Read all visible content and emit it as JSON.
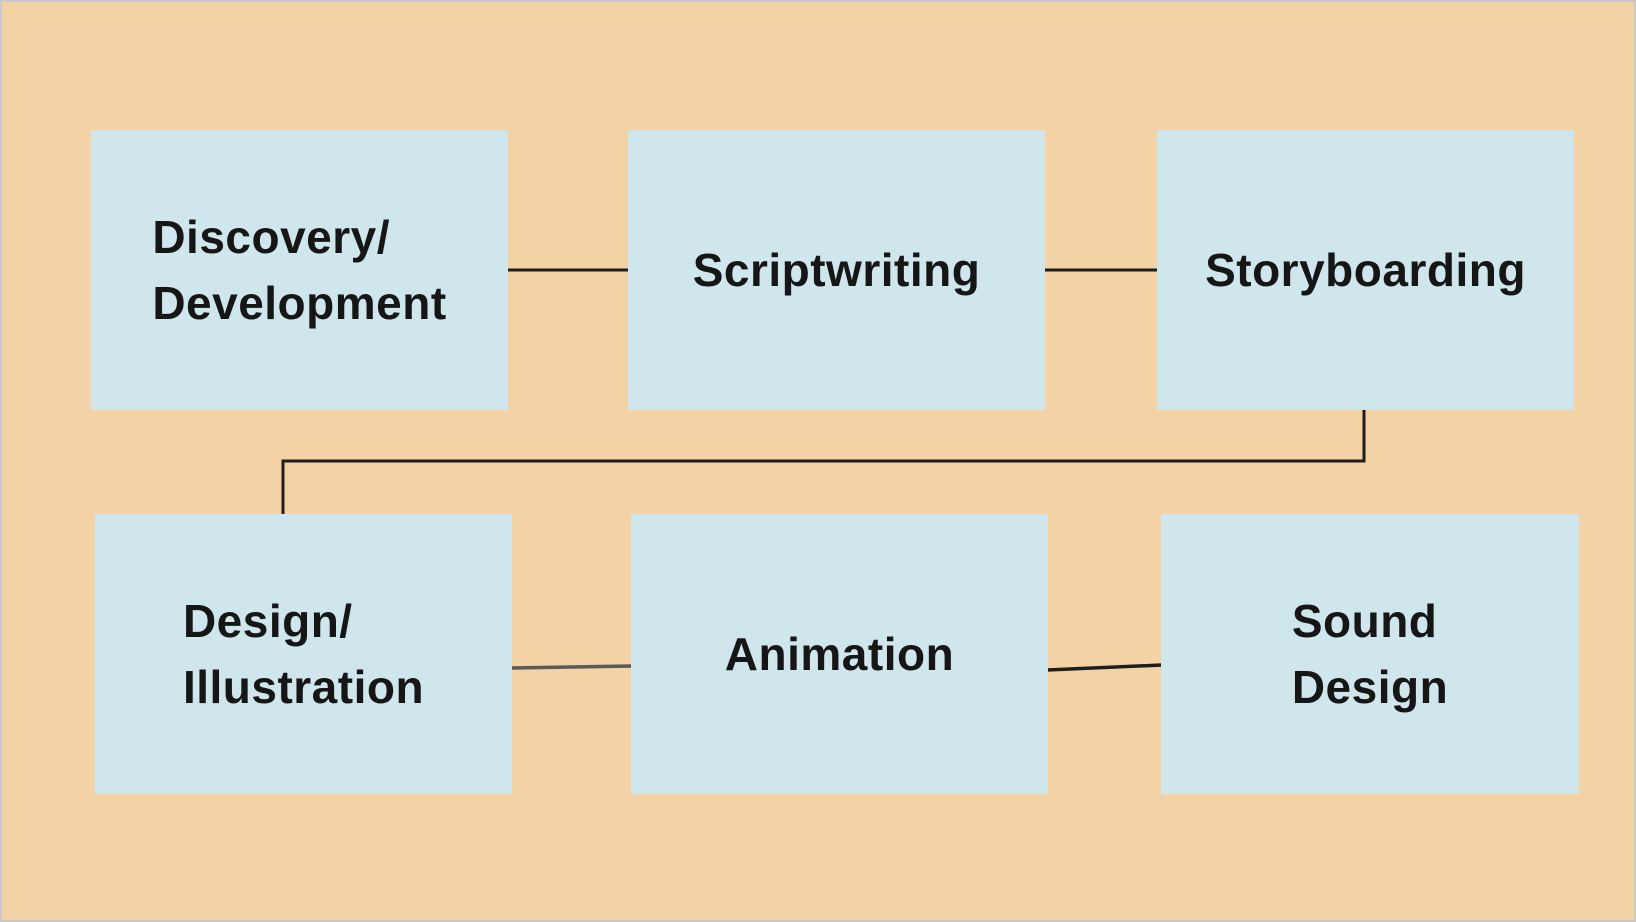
{
  "diagram": {
    "type": "flowchart",
    "nodes": [
      {
        "id": "discovery-development",
        "label": "Discovery/Development",
        "lines": [
          "Discovery/",
          "Development"
        ]
      },
      {
        "id": "scriptwriting",
        "label": "Scriptwriting",
        "lines": [
          "Scriptwriting"
        ]
      },
      {
        "id": "storyboarding",
        "label": "Storyboarding",
        "lines": [
          "Storyboarding"
        ]
      },
      {
        "id": "design-illustration",
        "label": "Design/Illustration",
        "lines": [
          "Design/",
          "Illustration"
        ]
      },
      {
        "id": "animation",
        "label": "Animation",
        "lines": [
          "Animation"
        ]
      },
      {
        "id": "sound-design",
        "label": "Sound Design",
        "lines": [
          "Sound",
          "Design"
        ]
      }
    ],
    "connections": [
      {
        "from": "discovery-development",
        "to": "scriptwriting"
      },
      {
        "from": "scriptwriting",
        "to": "storyboarding"
      },
      {
        "from": "storyboarding",
        "to": "design-illustration"
      },
      {
        "from": "design-illustration",
        "to": "animation"
      },
      {
        "from": "animation",
        "to": "sound-design"
      }
    ],
    "colors": {
      "background": "#f3d2a6",
      "node_fill": "#cfe7ec",
      "node_text": "#161616",
      "connector": "#1e1e1e",
      "connector_soft": "#5a5a5a",
      "canvas_border": "#c9c9c9"
    }
  }
}
